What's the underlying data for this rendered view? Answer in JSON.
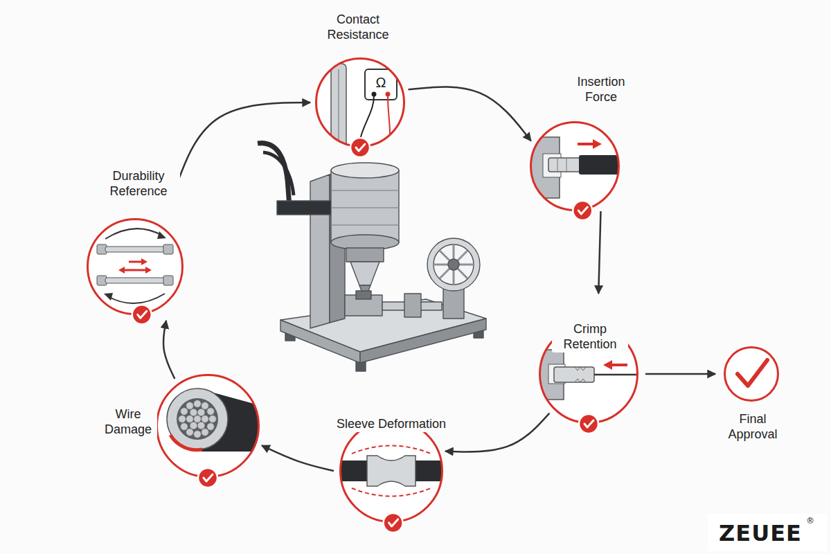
{
  "diagram": {
    "nodes": [
      {
        "text": [
          "Contact Resistance"
        ]
      },
      {
        "text": [
          "Insertion Force"
        ]
      },
      {
        "text": [
          "Crimp Retention"
        ]
      },
      {
        "text": [
          "Final Approval"
        ]
      },
      {
        "text": [
          "Sleeve Deformation"
        ]
      },
      {
        "text": [
          "Wire Damage"
        ]
      },
      {
        "text": [
          "Durability Reference"
        ]
      }
    ],
    "edges": [
      {
        "from": 0,
        "to": 1,
        "arrow": "to"
      },
      {
        "from": 1,
        "to": 2,
        "arrow": "to"
      },
      {
        "from": 2,
        "to": 3,
        "arrow": "to"
      },
      {
        "from": 2,
        "to": 4,
        "arrow": "to"
      },
      {
        "from": 4,
        "to": 5,
        "arrow": "to"
      },
      {
        "from": 5,
        "to": 6,
        "arrow": "to"
      },
      {
        "from": 6,
        "to": 0,
        "arrow": "to"
      }
    ],
    "labels": [
      "Ω",
      "ZEUEE",
      "®"
    ]
  }
}
